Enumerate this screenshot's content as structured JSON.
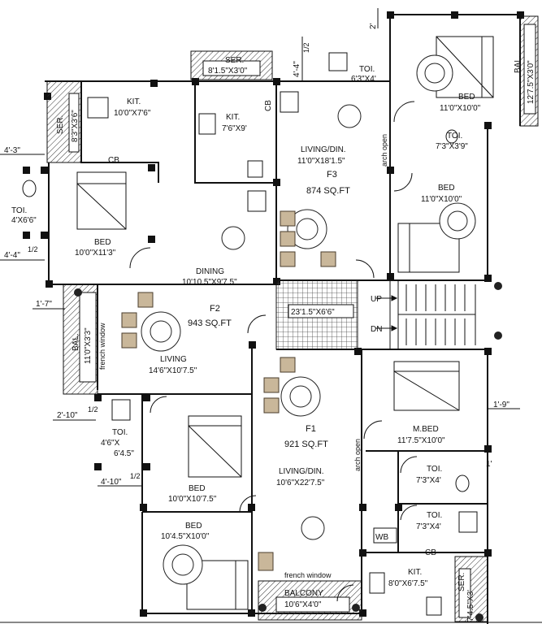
{
  "rooms": {
    "ser_top": {
      "name": "SER.",
      "dim": "8'1.5\"X3'0\""
    },
    "kit_f2": {
      "name": "KIT.",
      "dim": "10'0\"X7'6\""
    },
    "kit_f3": {
      "name": "KIT.",
      "dim": "7'6\"X9'"
    },
    "ser_left": {
      "name": "SER.",
      "dim": "8'3\"X3'6\""
    },
    "toi_left": {
      "name": "TOI.",
      "dim": "4'X6'6\""
    },
    "bed_left": {
      "name": "BED",
      "dim": "10'0\"X11'3\""
    },
    "dining": {
      "name": "DINING",
      "dim": "10'10.5\"X9'7.5\""
    },
    "f2": {
      "name": "F2",
      "area": "943 SQ.FT"
    },
    "living_f2": {
      "name": "LIVING",
      "dim": "14'6\"X10'7.5\""
    },
    "bal_left": {
      "name": "BAL.",
      "dim": "11'0\"X3'3\""
    },
    "living_f3": {
      "name": "LIVING/DIN.",
      "dim": "11'0\"X18'1.5\""
    },
    "f3": {
      "name": "F3",
      "area": "874 SQ.FT"
    },
    "toi_f3": {
      "name": "TOI.",
      "dim": "6'3\"X4'"
    },
    "bed_f3_top": {
      "name": "BED",
      "dim": "11'0\"X10'0\""
    },
    "bal_right": {
      "name": "BAL.",
      "dim": "12'7.5\"X3'0\""
    },
    "toi_f3_b": {
      "name": "TOI.",
      "dim": "7'3\"X3'9\""
    },
    "bed_f3_b": {
      "name": "BED",
      "dim": "11'0\"X10'0\""
    },
    "lobby": {
      "dim": "23'1.5\"X6'6\""
    },
    "toi_f2": {
      "name": "TOI.",
      "dim": "4'6\"X",
      "dim2": "6'4.5\""
    },
    "bed_f2": {
      "name": "BED",
      "dim": "10'0\"X10'7.5\""
    },
    "bed_f1": {
      "name": "BED",
      "dim": "10'4.5\"X10'0\""
    },
    "f1": {
      "name": "F1",
      "area": "921 SQ.FT"
    },
    "living_f1": {
      "name": "LIVING/DIN.",
      "dim": "10'6\"X22'7.5\""
    },
    "mbed": {
      "name": "M.BED",
      "dim": "11'7.5\"X10'0\""
    },
    "toi_f1_a": {
      "name": "TOI.",
      "dim": "7'3\"X4'"
    },
    "toi_f1_b": {
      "name": "TOI.",
      "dim": "7'3\"X4'"
    },
    "kit_f1": {
      "name": "KIT.",
      "dim": "8'0\"X6'7.5\""
    },
    "ser_f1": {
      "name": "SER.",
      "dim": "7'4.5\"X3'"
    },
    "balcony_f1": {
      "name": "BALCONY",
      "dim": "10'6\"X4'0\""
    }
  },
  "labels": {
    "cb1": "CB",
    "cb2": "CB",
    "cb3": "CB",
    "wb": "WB",
    "up": "UP",
    "dn": "DN",
    "arch_f3": "arch open",
    "arch_f1": "arch open",
    "french_left": "french window",
    "french_bottom": "french window"
  },
  "dims": {
    "d1": "4'-3\"",
    "d2": "4'-4\"",
    "d3": "1'-7\"",
    "d4": "2'-10\"",
    "d5": "4'-10\"",
    "d6": "4'-4\"",
    "d7": "2'",
    "d8": "1'-9\"",
    "d9": "1'"
  },
  "dims_frac": {
    "d2": "1/2",
    "d4": "1/2",
    "d5": "1/2",
    "d6": "1/2"
  }
}
